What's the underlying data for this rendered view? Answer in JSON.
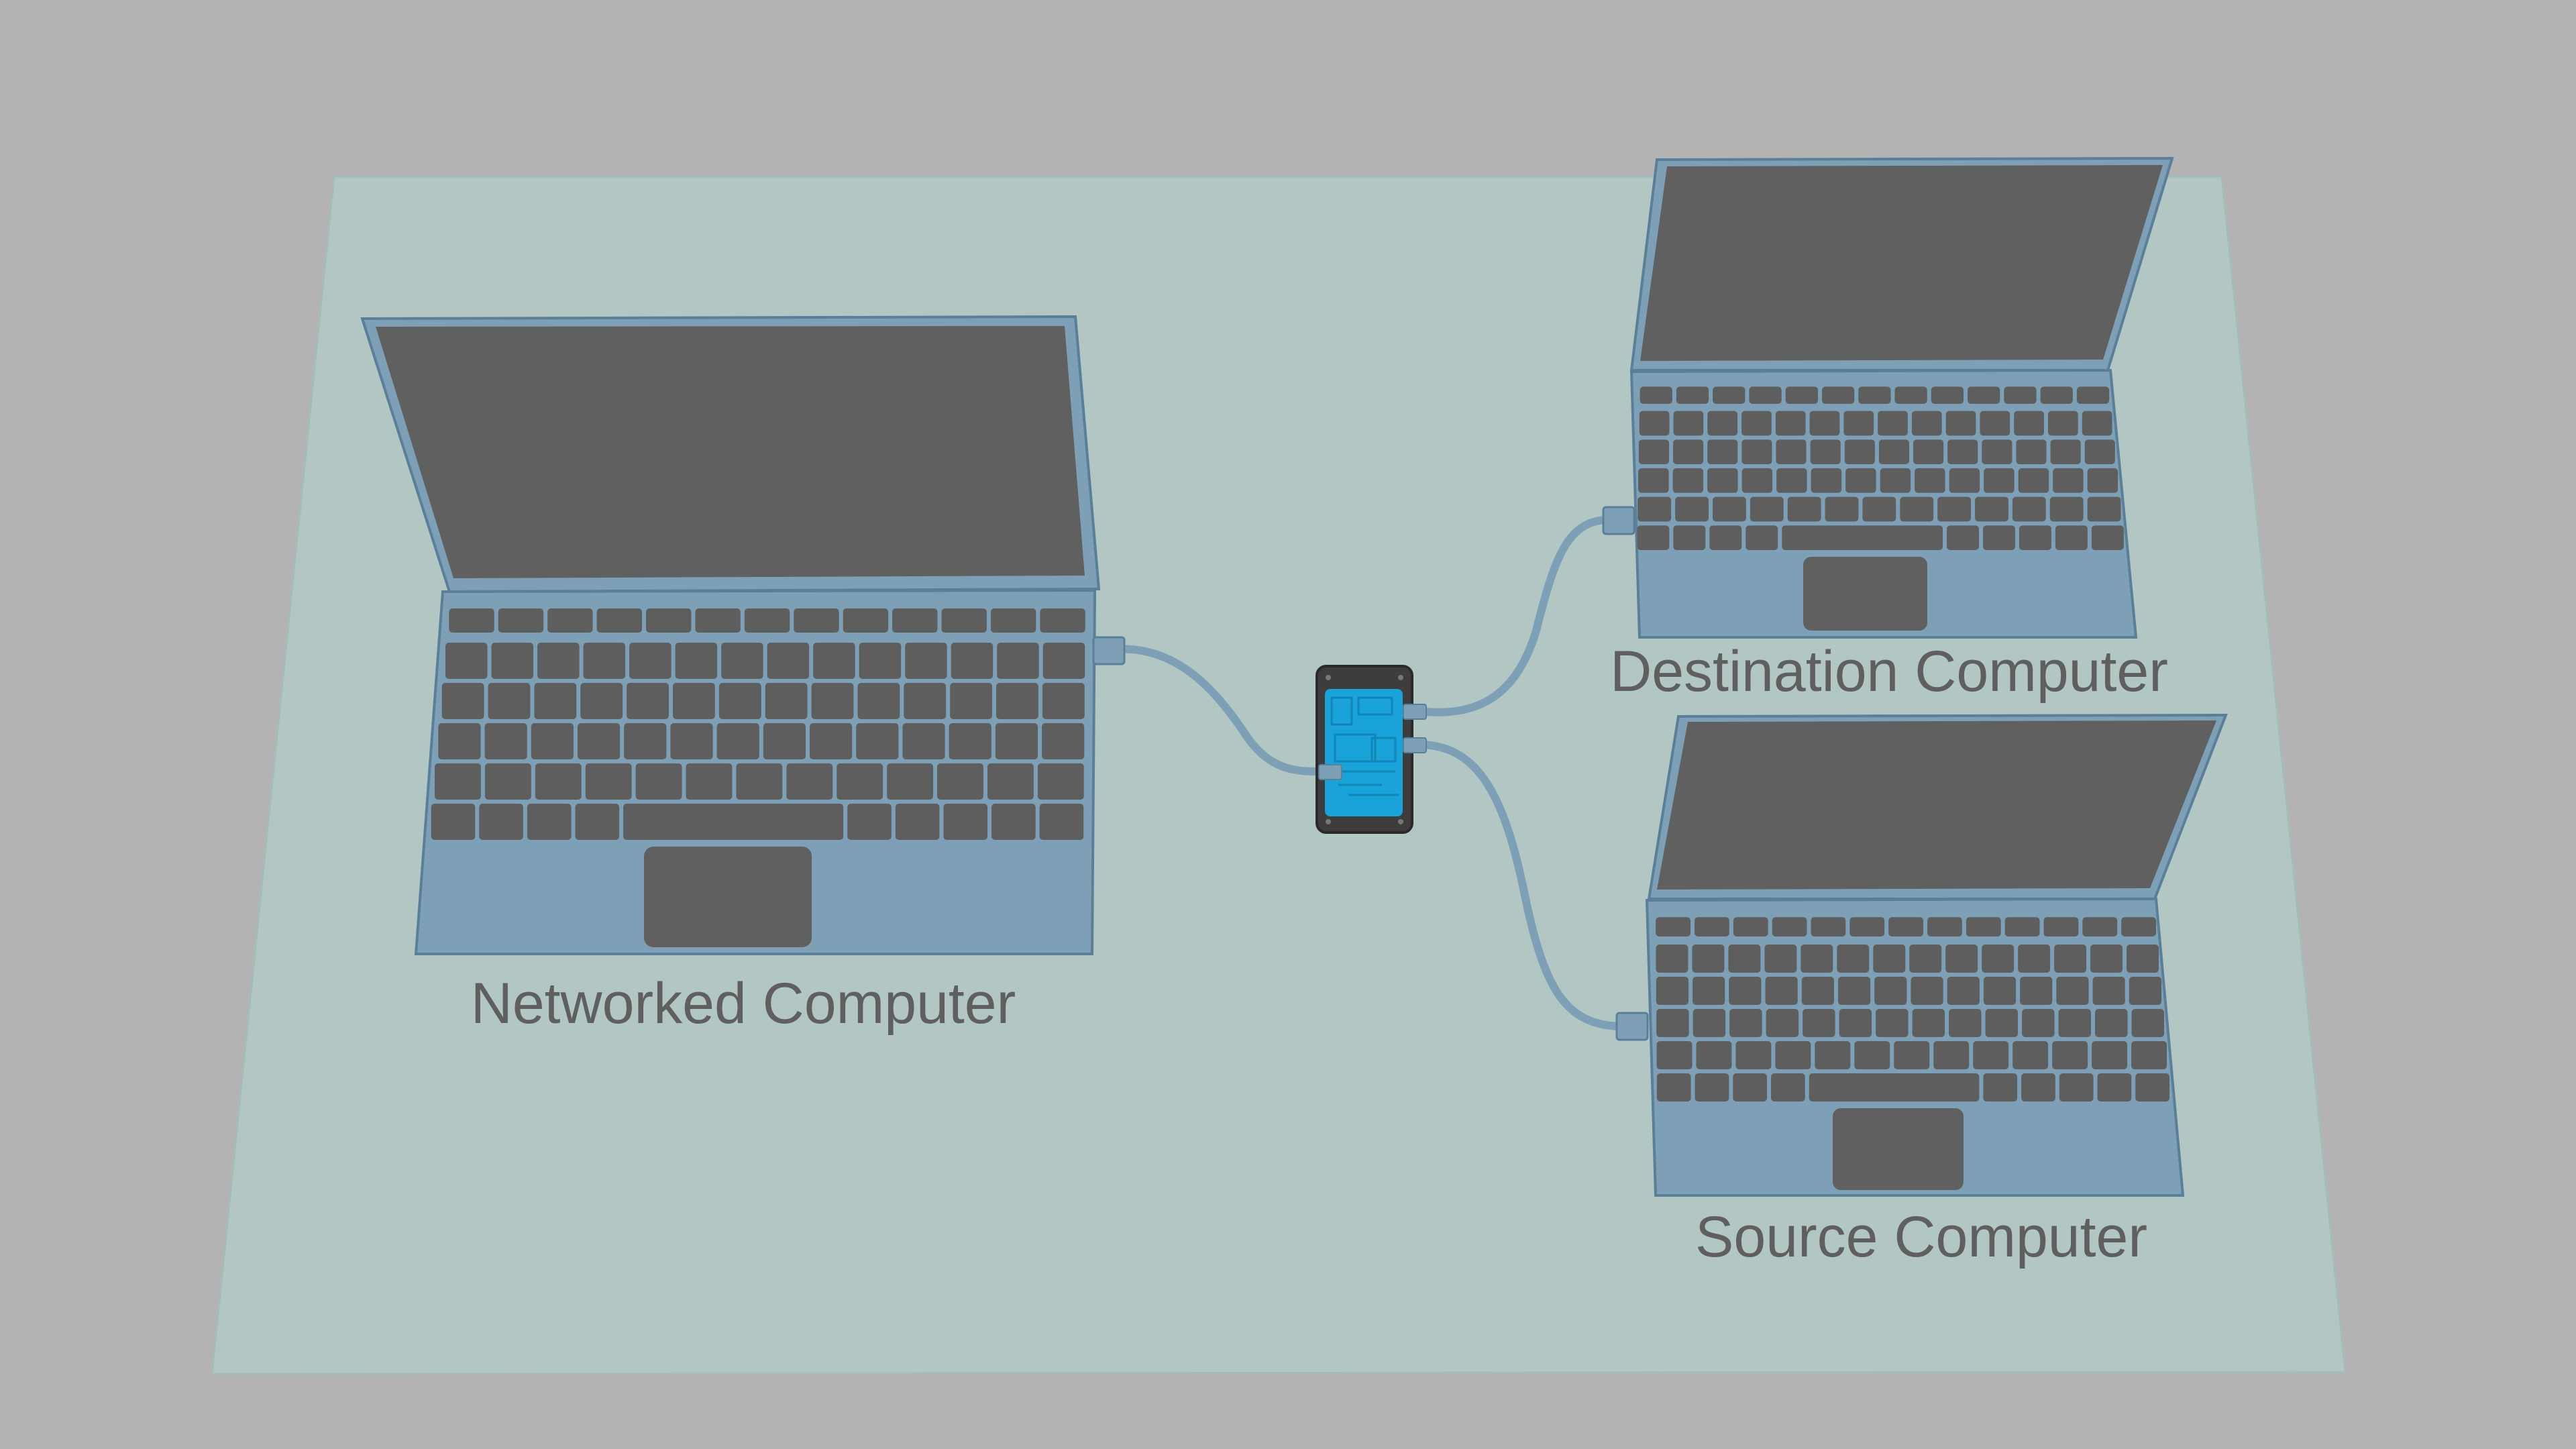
{
  "labels": {
    "networked": "Networked Computer",
    "destination": "Destination Computer",
    "source": "Source Computer"
  },
  "colors": {
    "background": "#b3b3b3",
    "mat": "#b2c6c4",
    "laptop_body": "#7ea0b6",
    "laptop_edge": "#5b7f98",
    "screen": "#606060",
    "keys": "#5e5e5e",
    "cable": "#7ea0b6",
    "device_case": "#3d3d3d",
    "device_board": "#1aa3d9",
    "label_text": "#5f5f5f"
  },
  "icons": {
    "networked": "laptop-icon",
    "destination": "laptop-icon",
    "source": "laptop-icon",
    "hub": "data-diode-board-icon"
  }
}
